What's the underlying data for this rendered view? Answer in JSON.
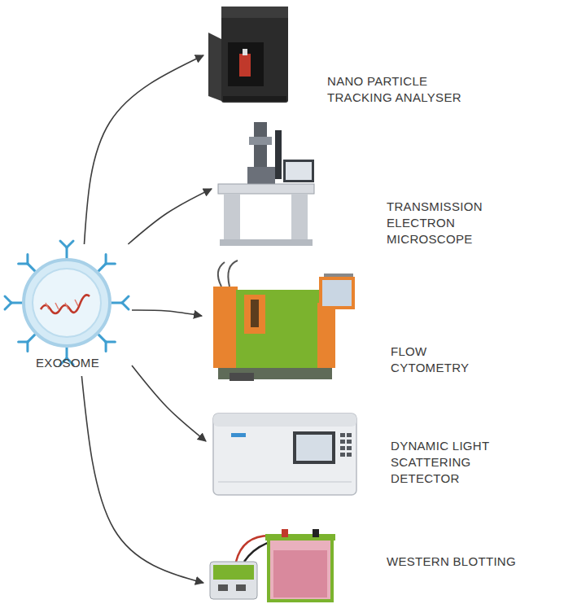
{
  "diagram": {
    "nodes": [
      {
        "text": [
          "EXOSOME"
        ]
      },
      {
        "text": [
          "NANO PARTICLE TRACKING ANALYSER"
        ]
      },
      {
        "text": [
          "TRANSMISSION ELECTRON MICROSCOPE"
        ]
      },
      {
        "text": [
          "FLOW CYTOMETRY"
        ]
      },
      {
        "text": [
          "DYNAMIC LIGHT SCATTERING DETECTOR"
        ]
      },
      {
        "text": [
          "WESTERN BLOTTING"
        ]
      }
    ],
    "edges": [
      {
        "from": 0,
        "to": 1,
        "arrow": "to"
      },
      {
        "from": 0,
        "to": 2,
        "arrow": "to"
      },
      {
        "from": 0,
        "to": 3,
        "arrow": "to"
      },
      {
        "from": 0,
        "to": 4,
        "arrow": "to"
      },
      {
        "from": 0,
        "to": 5,
        "arrow": "to"
      }
    ]
  }
}
